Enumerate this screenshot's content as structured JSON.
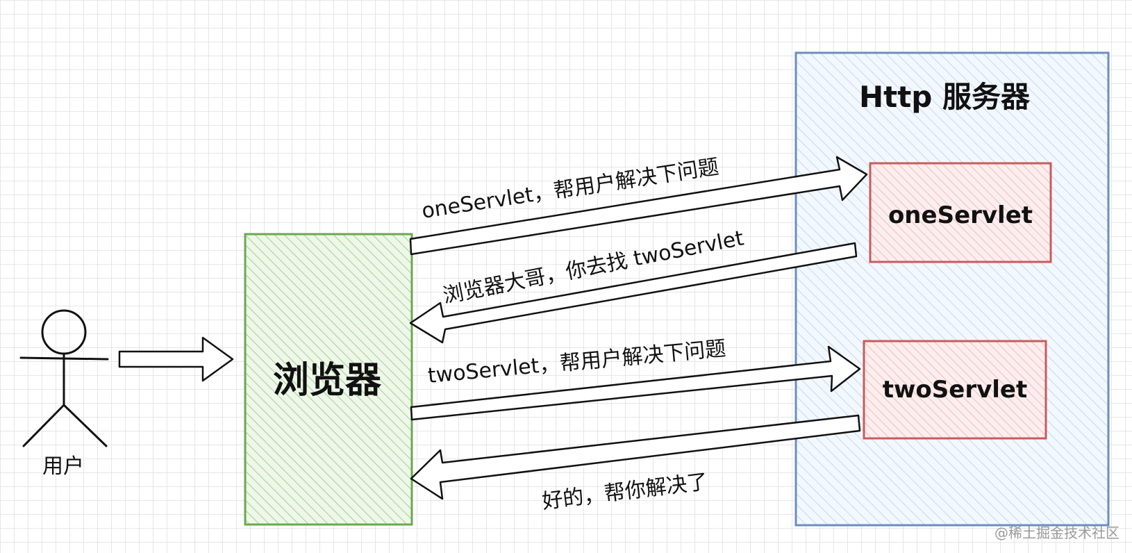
{
  "actors": {
    "user_label": "用户"
  },
  "browser": {
    "label": "浏览器",
    "fill": "#8fc97a",
    "stroke": "#6aa84f"
  },
  "server": {
    "title": "Http 服务器",
    "fill": "#b9d3f2",
    "stroke": "#6c8ebf",
    "servlets": [
      {
        "label": "oneServlet"
      },
      {
        "label": "twoServlet"
      }
    ],
    "servlet_fill": "#f2b8b8",
    "servlet_stroke": "#c85c5c"
  },
  "messages": [
    {
      "text": "oneServlet，帮用户解决下问题"
    },
    {
      "text": "浏览器大哥，你去找 twoServlet"
    },
    {
      "text": "twoServlet，帮用户解决下问题"
    },
    {
      "text": "好的，帮你解决了"
    }
  ],
  "watermark": "@稀土掘金技术社区"
}
